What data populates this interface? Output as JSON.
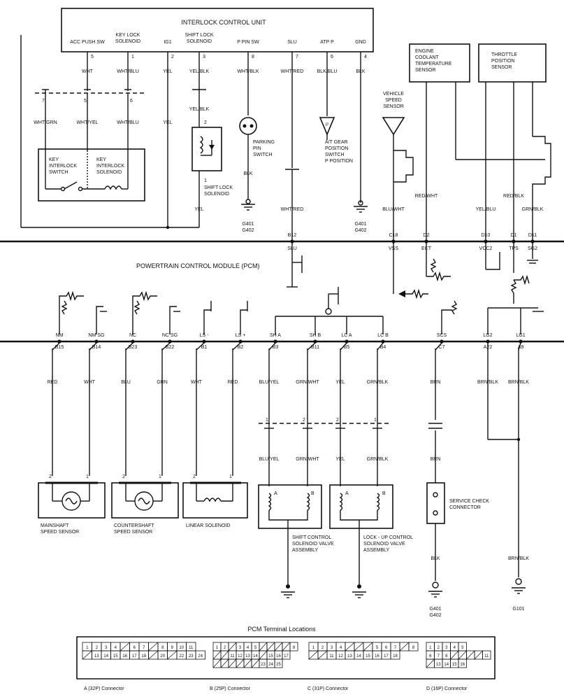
{
  "icu": {
    "title": "INTERLOCK CONTROL UNIT",
    "pins": [
      {
        "label": "ACC PUSH SW",
        "num": "5",
        "wire": "WHT"
      },
      {
        "label": "KEY LOCK\nSOLENOID",
        "num": "1",
        "wire": "WHT/BLU"
      },
      {
        "label": "IG1",
        "num": "2",
        "wire": "YEL"
      },
      {
        "label": "SHIFT LOCK\nSOLENOID",
        "num": "3",
        "wire": "YEL/BLK"
      },
      {
        "label": "P PIN SW",
        "num": "8",
        "wire": "WHT/BLK"
      },
      {
        "label": "SLU",
        "num": "7",
        "wire": "WHT/RED"
      },
      {
        "label": "ATP P",
        "num": "6",
        "wire": "BLK/BLU"
      },
      {
        "label": "GND",
        "num": "4",
        "wire": "BLK"
      }
    ]
  },
  "key_switch": {
    "pins": [
      "7",
      "5",
      "6"
    ],
    "wires": [
      "WHT/GRN",
      "WHT/YEL",
      "WHT/BLU"
    ],
    "switch_label": "KEY\nINTERLOCK\nSWITCH",
    "solenoid_label": "KEY\nINTERLOCK\nSOLENOID"
  },
  "shift_lock": {
    "top_wire": "YEL/BLK",
    "pin2": "2",
    "pin1": "1",
    "label": "SHIFT LOCK\nSOLENOID",
    "bottom_wire": "YEL"
  },
  "parking_pin": {
    "label": "PARKING\nPIN\nSWITCH",
    "wire": "BLK",
    "ground": "G401\nG402"
  },
  "atp": {
    "symbol": "P",
    "label": "A/T GEAR\nPOSITION\nSWITCH\nP POSITION"
  },
  "gnd_right": {
    "ground": "G401\nG402"
  },
  "slu_wire": "WHT/RED",
  "vss": {
    "label": "VEHICLE\nSPEED\nSENSOR",
    "wire": "BLU/WHT"
  },
  "ect": {
    "label": "ENGINE\nCOOLANT\nTEMPERATURE\nSENSOR",
    "wire": "RED/WHT"
  },
  "tps": {
    "label": "THROTTLE\nPOSITION\nSENSOR",
    "wires": [
      "YEL/BLU",
      "RED/BLK",
      "GRN/BLK"
    ]
  },
  "pcm_top_terminals": [
    {
      "term": "B12",
      "name": "SLU"
    },
    {
      "term": "C18",
      "name": "VSS"
    },
    {
      "term": "D2",
      "name": "ECT"
    },
    {
      "term": "D10",
      "name": "VCC2"
    },
    {
      "term": "D1",
      "name": "TPS"
    },
    {
      "term": "D11",
      "name": "SG2"
    }
  ],
  "pcm_title": "POWERTRAIN CONTROL MODULE (PCM)",
  "pcm_bottom_terminals": [
    {
      "name": "NM",
      "term": "B15",
      "wire": "RED"
    },
    {
      "name": "NM SG",
      "term": "B14",
      "wire": "WHT"
    },
    {
      "name": "NC",
      "term": "B23",
      "wire": "BLU"
    },
    {
      "name": "NC SG",
      "term": "B22",
      "wire": "GRN"
    },
    {
      "name": "LS -",
      "term": "B1",
      "wire": "WHT"
    },
    {
      "name": "LS +",
      "term": "B2",
      "wire": "RED"
    },
    {
      "name": "SH A",
      "term": "B3",
      "wire": "BLU/YEL"
    },
    {
      "name": "SH B",
      "term": "B11",
      "wire": "GRN/WHT"
    },
    {
      "name": "LC A",
      "term": "B5",
      "wire": "YEL"
    },
    {
      "name": "LC B",
      "term": "B4",
      "wire": "GRN/BLK"
    },
    {
      "name": "SCS",
      "term": "C7",
      "wire": "BRN"
    },
    {
      "name": "LG2",
      "term": "A22",
      "wire": "BRN/BLK"
    },
    {
      "name": "LG1",
      "term": "A9",
      "wire": "BRN/BLK"
    }
  ],
  "components": {
    "mainshaft": "MAINSHAFT\nSPEED SENSOR",
    "countershaft": "COUNTERSHAFT\nSPEED SENSOR",
    "linear": "LINEAR SOLENOID",
    "shift_valve": "SHIFT CONTROL\nSOLENOID VALVE\nASSEMBLY",
    "lockup_valve": "LOCK - UP CONTROL\nSOLENOID VALVE\nASSEMBLY",
    "service_check": "SERVICE CHECK\nCONNECTOR"
  },
  "lower_wires": {
    "shift_valve": [
      "BLU/YEL",
      "GRN/WHT"
    ],
    "lockup_valve": [
      "YEL",
      "GRN/BLK"
    ],
    "scs": [
      "BRN",
      "BRN",
      "BLK"
    ],
    "lg": [
      "BRN/BLK"
    ]
  },
  "grounds": {
    "scs": "G401\nG402",
    "lg": "G101"
  },
  "terminal_locations": {
    "title": "PCM Terminal Locations",
    "connectors": [
      "A (32P) Connector",
      "B (25P) Connector",
      "C (31P) Connector",
      "D (16P) Connector"
    ],
    "a_rows": [
      [
        "1",
        "2",
        "3",
        "4",
        "",
        "6",
        "7",
        "",
        "8",
        "9",
        "10",
        "11"
      ],
      [
        "",
        "13",
        "14",
        "15",
        "16",
        "17",
        "18",
        "",
        "20",
        "",
        "22",
        "23",
        "24"
      ]
    ],
    "b_rows": [
      [
        "1",
        "2",
        "",
        "3",
        "4",
        "5",
        "",
        "",
        "",
        "",
        "8"
      ],
      [
        "",
        "",
        "11",
        "12",
        "13",
        "14",
        "",
        "15",
        "16",
        "17"
      ],
      [
        "",
        "",
        "",
        "",
        "",
        "",
        "23",
        "24",
        "25"
      ]
    ],
    "c_rows": [
      [
        "1",
        "2",
        "3",
        "4",
        "",
        "",
        "",
        "5",
        "6",
        "7",
        "",
        "8"
      ],
      [
        "",
        "",
        "11",
        "12",
        "13",
        "14",
        "15",
        "16",
        "17",
        "18"
      ]
    ],
    "d_rows": [
      [
        "1",
        "2",
        "3",
        "4",
        "5"
      ],
      [
        "6",
        "7",
        "8",
        "",
        "",
        "",
        "",
        "11"
      ],
      [
        "",
        "13",
        "14",
        "15",
        "16"
      ]
    ]
  }
}
